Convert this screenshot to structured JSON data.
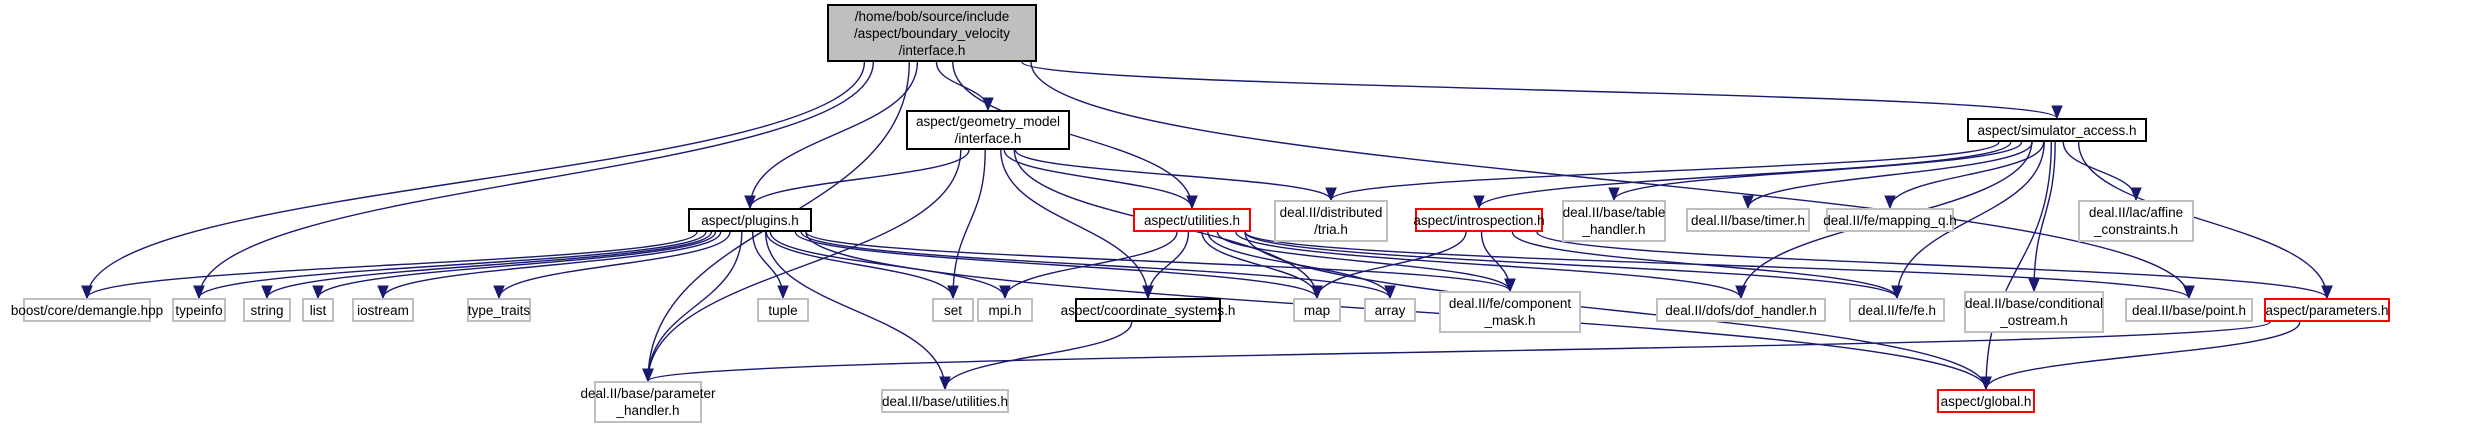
{
  "graph": {
    "title": "/home/bob/source/include/aspect/boundary_velocity/interface.h include dependency graph",
    "colors": {
      "edge": "#191970",
      "root_fill": "#bfbfbf",
      "documented_border": "#000000",
      "incomplete_border": "#ff0000",
      "external_border": "#bfbfbf"
    },
    "nodes": [
      {
        "id": "root",
        "label": "/home/bob/source/include\n/aspect/boundary_velocity\n/interface.h",
        "kind": "root"
      },
      {
        "id": "geometry",
        "label": "aspect/geometry_model\n/interface.h",
        "kind": "documented"
      },
      {
        "id": "simaccess",
        "label": "aspect/simulator_access.h",
        "kind": "documented"
      },
      {
        "id": "plugins",
        "label": "aspect/plugins.h",
        "kind": "documented"
      },
      {
        "id": "utilities",
        "label": "aspect/utilities.h",
        "kind": "incomplete"
      },
      {
        "id": "disttria",
        "label": "deal.II/distributed\n/tria.h",
        "kind": "external"
      },
      {
        "id": "introspection",
        "label": "aspect/introspection.h",
        "kind": "incomplete"
      },
      {
        "id": "tablehandler",
        "label": "deal.II/base/table\n_handler.h",
        "kind": "external"
      },
      {
        "id": "timer",
        "label": "deal.II/base/timer.h",
        "kind": "external"
      },
      {
        "id": "mappingq",
        "label": "deal.II/fe/mapping_q.h",
        "kind": "external"
      },
      {
        "id": "affine",
        "label": "deal.II/lac/affine\n_constraints.h",
        "kind": "external"
      },
      {
        "id": "demangle",
        "label": "boost/core/demangle.hpp",
        "kind": "external"
      },
      {
        "id": "typeinfo",
        "label": "typeinfo",
        "kind": "external"
      },
      {
        "id": "string",
        "label": "string",
        "kind": "external"
      },
      {
        "id": "list",
        "label": "list",
        "kind": "external"
      },
      {
        "id": "iostream",
        "label": "iostream",
        "kind": "external"
      },
      {
        "id": "typetraits",
        "label": "type_traits",
        "kind": "external"
      },
      {
        "id": "tuple",
        "label": "tuple",
        "kind": "external"
      },
      {
        "id": "set",
        "label": "set",
        "kind": "external"
      },
      {
        "id": "mpi",
        "label": "mpi.h",
        "kind": "external"
      },
      {
        "id": "coordsys",
        "label": "aspect/coordinate_systems.h",
        "kind": "documented"
      },
      {
        "id": "map",
        "label": "map",
        "kind": "external"
      },
      {
        "id": "array",
        "label": "array",
        "kind": "external"
      },
      {
        "id": "compmask",
        "label": "deal.II/fe/component\n_mask.h",
        "kind": "external"
      },
      {
        "id": "dofhandler",
        "label": "deal.II/dofs/dof_handler.h",
        "kind": "external"
      },
      {
        "id": "fe",
        "label": "deal.II/fe/fe.h",
        "kind": "external"
      },
      {
        "id": "condostream",
        "label": "deal.II/base/conditional\n_ostream.h",
        "kind": "external"
      },
      {
        "id": "point",
        "label": "deal.II/base/point.h",
        "kind": "external"
      },
      {
        "id": "parameters",
        "label": "aspect/parameters.h",
        "kind": "incomplete"
      },
      {
        "id": "paramhandler",
        "label": "deal.II/base/parameter\n_handler.h",
        "kind": "external"
      },
      {
        "id": "baseutil",
        "label": "deal.II/base/utilities.h",
        "kind": "external"
      },
      {
        "id": "global",
        "label": "aspect/global.h",
        "kind": "incomplete"
      }
    ],
    "edges": [
      [
        "root",
        "geometry"
      ],
      [
        "root",
        "simaccess"
      ],
      [
        "root",
        "plugins"
      ],
      [
        "root",
        "utilities"
      ],
      [
        "root",
        "demangle"
      ],
      [
        "root",
        "typeinfo"
      ],
      [
        "root",
        "paramhandler"
      ],
      [
        "root",
        "point"
      ],
      [
        "geometry",
        "plugins"
      ],
      [
        "geometry",
        "utilities"
      ],
      [
        "geometry",
        "disttria"
      ],
      [
        "geometry",
        "set"
      ],
      [
        "geometry",
        "coordsys"
      ],
      [
        "geometry",
        "map"
      ],
      [
        "geometry",
        "paramhandler"
      ],
      [
        "simaccess",
        "disttria"
      ],
      [
        "simaccess",
        "introspection"
      ],
      [
        "simaccess",
        "tablehandler"
      ],
      [
        "simaccess",
        "timer"
      ],
      [
        "simaccess",
        "mappingq"
      ],
      [
        "simaccess",
        "affine"
      ],
      [
        "simaccess",
        "parameters"
      ],
      [
        "simaccess",
        "global"
      ],
      [
        "simaccess",
        "dofhandler"
      ],
      [
        "simaccess",
        "fe"
      ],
      [
        "simaccess",
        "condostream"
      ],
      [
        "plugins",
        "demangle"
      ],
      [
        "plugins",
        "typeinfo"
      ],
      [
        "plugins",
        "string"
      ],
      [
        "plugins",
        "list"
      ],
      [
        "plugins",
        "iostream"
      ],
      [
        "plugins",
        "typetraits"
      ],
      [
        "plugins",
        "tuple"
      ],
      [
        "plugins",
        "set"
      ],
      [
        "plugins",
        "mpi"
      ],
      [
        "plugins",
        "map"
      ],
      [
        "plugins",
        "array"
      ],
      [
        "plugins",
        "compmask"
      ],
      [
        "plugins",
        "paramhandler"
      ],
      [
        "plugins",
        "baseutil"
      ],
      [
        "plugins",
        "global"
      ],
      [
        "utilities",
        "mpi"
      ],
      [
        "utilities",
        "coordsys"
      ],
      [
        "utilities",
        "array"
      ],
      [
        "utilities",
        "compmask"
      ],
      [
        "utilities",
        "dofhandler"
      ],
      [
        "utilities",
        "fe"
      ],
      [
        "utilities",
        "point"
      ],
      [
        "utilities",
        "global"
      ],
      [
        "utilities",
        "map"
      ],
      [
        "introspection",
        "map"
      ],
      [
        "introspection",
        "compmask"
      ],
      [
        "introspection",
        "parameters"
      ],
      [
        "introspection",
        "fe"
      ],
      [
        "coordsys",
        "baseutil"
      ],
      [
        "parameters",
        "paramhandler"
      ],
      [
        "parameters",
        "global"
      ]
    ]
  }
}
